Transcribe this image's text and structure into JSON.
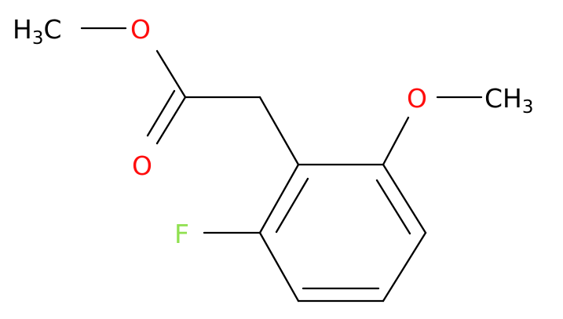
{
  "molecule": {
    "atoms": {
      "methyl_ester": {
        "main": "H",
        "sub": "3",
        "tail": "C",
        "color": "#000000"
      },
      "ester_oxygen": {
        "text": "O",
        "color": "#ff0d0d"
      },
      "carbonyl_oxygen": {
        "text": "O",
        "color": "#ff0d0d"
      },
      "methoxy_oxygen": {
        "text": "O",
        "color": "#ff0d0d"
      },
      "methoxy_methyl": {
        "main": "CH",
        "sub": "3",
        "color": "#000000"
      },
      "fluorine": {
        "text": "F",
        "color": "#90e050"
      }
    }
  }
}
